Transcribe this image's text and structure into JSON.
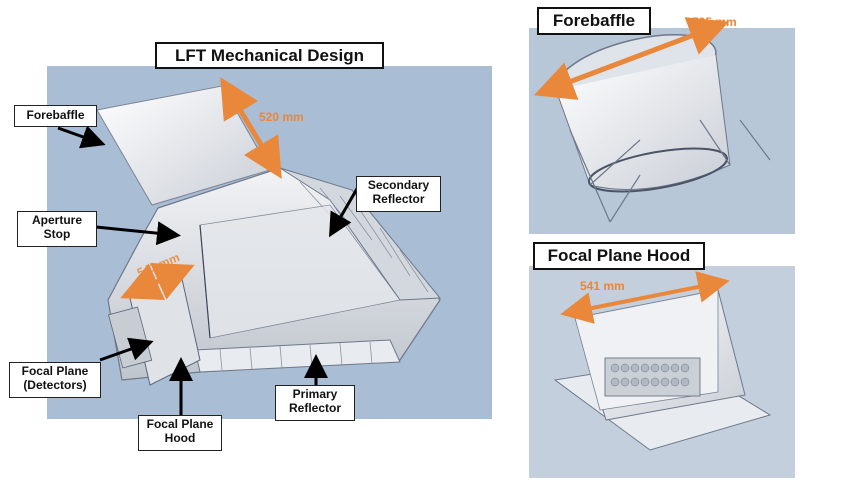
{
  "main_panel": {
    "title": "LFT Mechanical Design",
    "labels": {
      "forebaffle": "Forebaffle",
      "aperture_stop": "Aperture\nStop",
      "secondary_reflector": "Secondary\nReflector",
      "focal_plane": "Focal Plane\n(Detectors)",
      "focal_plane_hood": "Focal Plane\nHood",
      "primary_reflector": "Primary\nReflector"
    },
    "dimensions": {
      "forebaffle_dim": "520 mm",
      "hood_dim": "541 mm"
    }
  },
  "forebaffle_panel": {
    "title": "Forebaffle",
    "dimension": "595 mm"
  },
  "hood_panel": {
    "title": "Focal Plane Hood",
    "dimension": "541 mm"
  },
  "colors": {
    "panel_bg": "#a9bdd4",
    "accent": "#e9873a",
    "arrow": "#000000"
  }
}
